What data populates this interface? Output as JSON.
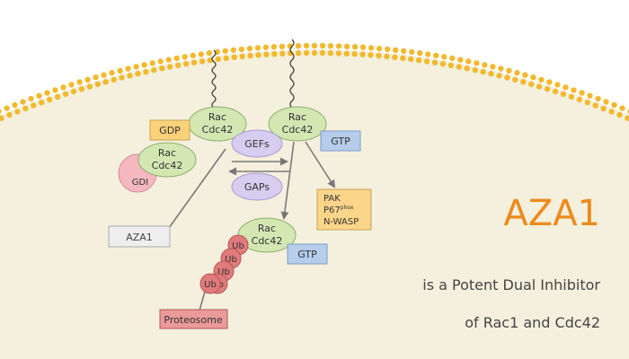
{
  "nodes": {
    "rac_left": [
      "Rac",
      "Cdc42"
    ],
    "rac_right": [
      "Rac",
      "Cdc42"
    ],
    "rac_gdi": [
      "Rac",
      "Cdc42"
    ],
    "rac_bottom": [
      "Rac",
      "Cdc42"
    ],
    "gdp": "GDP",
    "gdi": "GDI",
    "gefs": "GEFs",
    "gaps": "GAPs",
    "gtp_top": "GTP",
    "gtp_bottom": "GTP",
    "effectors": {
      "line1": "PAK",
      "line2_main": "P67",
      "line2_sup": "phox",
      "line3": "N-WASP"
    },
    "aza1_box": "AZA1",
    "ub": [
      "Ub",
      "Ub",
      "Ub",
      "Ub",
      "Ub"
    ],
    "proteasome": "Proteosome"
  },
  "headline": {
    "title": "AZA1",
    "line1": "is a Potent Dual Inhibitor",
    "line2": "of Rac1 and Cdc42"
  },
  "colors": {
    "cell": "#f4f0dd",
    "bead": "#f2b930",
    "rac_fill": "#d3e7b3",
    "rac_stroke": "#8fae6c",
    "gdp_fill": "#fad27a",
    "gtp_fill": "#b6cdeb",
    "gef_fill": "#d7cdf0",
    "gdi_fill": "#f5b8c0",
    "effector_fill": "#fbd58a",
    "aza1_fill": "#eeeeee",
    "ub_fill": "#e17b7b",
    "proteasome_fill": "#ea9a9a",
    "title_orange": "#ec8a1d"
  }
}
